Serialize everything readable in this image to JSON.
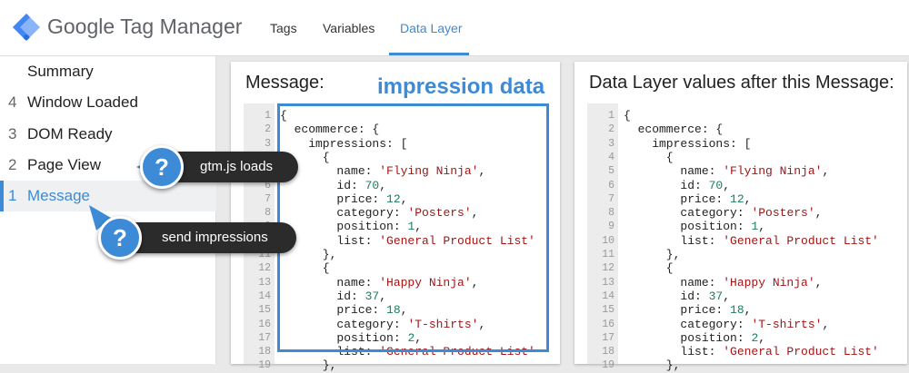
{
  "header": {
    "brand": "Google Tag Manager",
    "tabs": [
      {
        "label": "Tags",
        "active": false
      },
      {
        "label": "Variables",
        "active": false
      },
      {
        "label": "Data Layer",
        "active": true
      }
    ],
    "accent_color": "#3d8ad6"
  },
  "sidebar": {
    "items": [
      {
        "num": "",
        "label": "Summary"
      },
      {
        "num": "4",
        "label": "Window Loaded"
      },
      {
        "num": "3",
        "label": "DOM Ready"
      },
      {
        "num": "2",
        "label": "Page View"
      },
      {
        "num": "1",
        "label": "Message",
        "active": true
      }
    ]
  },
  "message_panel": {
    "title": "Message:",
    "annotation": "impression data"
  },
  "datalayer_panel": {
    "title": "Data Layer values after this Message:"
  },
  "code_lines": [
    {
      "n": "1",
      "code": "{"
    },
    {
      "n": "2",
      "code": "  ecommerce: {"
    },
    {
      "n": "3",
      "code": "    impressions: ["
    },
    {
      "n": "4",
      "code": "      {"
    },
    {
      "n": "5",
      "code": "        name: 'Flying Ninja',"
    },
    {
      "n": "6",
      "code": "        id: 70,"
    },
    {
      "n": "7",
      "code": "        price: 12,"
    },
    {
      "n": "8",
      "code": "        category: 'Posters',"
    },
    {
      "n": "9",
      "code": "        position: 1,"
    },
    {
      "n": "10",
      "code": "        list: 'General Product List'"
    },
    {
      "n": "11",
      "code": "      },"
    },
    {
      "n": "12",
      "code": "      {"
    },
    {
      "n": "13",
      "code": "        name: 'Happy Ninja',"
    },
    {
      "n": "14",
      "code": "        id: 37,"
    },
    {
      "n": "15",
      "code": "        price: 18,"
    },
    {
      "n": "16",
      "code": "        category: 'T-shirts',"
    },
    {
      "n": "17",
      "code": "        position: 2,"
    },
    {
      "n": "18",
      "code": "        list: 'General Product List'"
    },
    {
      "n": "19",
      "code": "      },"
    }
  ],
  "callouts": [
    {
      "icon": "question-icon",
      "glyph": "?",
      "text": "gtm.js loads"
    },
    {
      "icon": "question-icon",
      "glyph": "?",
      "text": "send impressions"
    }
  ]
}
